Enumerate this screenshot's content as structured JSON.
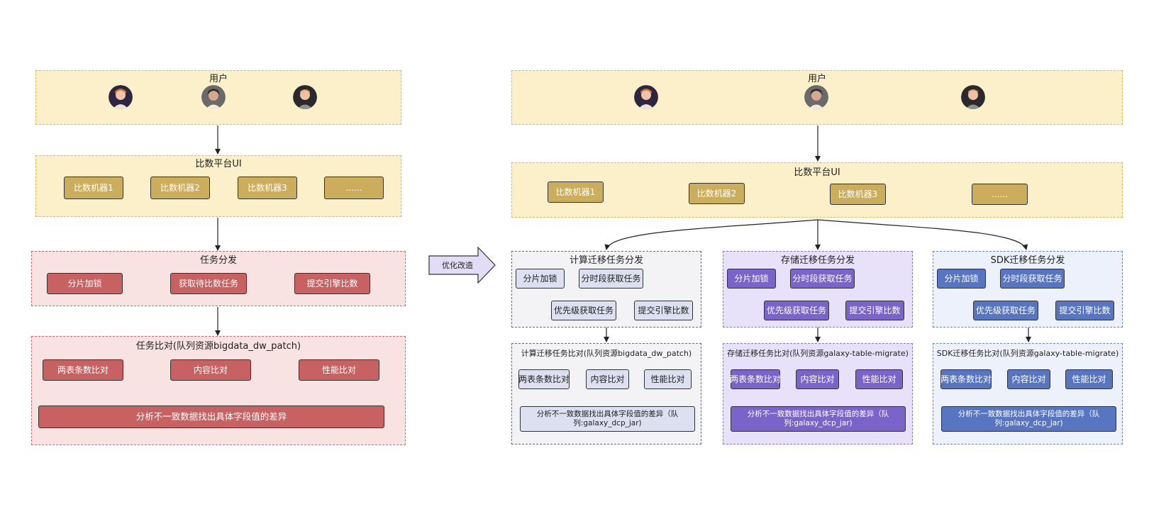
{
  "left": {
    "users_title": "用户",
    "ui_title": "比数平台UI",
    "machines": [
      "比数机器1",
      "比数机器2",
      "比数机器3",
      "......"
    ],
    "dispatch_title": "任务分发",
    "dispatch_steps": [
      "分片加锁",
      "获取待比数任务",
      "提交引擎比数"
    ],
    "compare_title": "任务比对(队列资源bigdata_dw_patch)",
    "compare_steps": [
      "两表条数比对",
      "内容比对",
      "性能比对"
    ],
    "analyze": "分析不一致数据找出具体字段值的差异"
  },
  "optimize_label": "优化改造",
  "right": {
    "users_title": "用户",
    "ui_title": "比数平台UI",
    "machines": [
      "比数机器1",
      "比数机器2",
      "比数机器3",
      "......"
    ],
    "columns": [
      {
        "dispatch_title": "计算迁移任务分发",
        "dispatch_steps": [
          "分片加锁",
          "分时段获取任务",
          "优先级获取任务",
          "提交引擎比数"
        ],
        "compare_title": "计算迁移任务比对(队列资源bigdata_dw_patch)",
        "compare_steps": [
          "两表条数比对",
          "内容比对",
          "性能比对"
        ],
        "analyze": "分析不一致数据找出具体字段值的差异（队列:galaxy_dcp_jar)"
      },
      {
        "dispatch_title": "存储迁移任务分发",
        "dispatch_steps": [
          "分片加锁",
          "分时段获取任务",
          "优先级获取任务",
          "提交引擎比数"
        ],
        "compare_title": "存储迁移任务比对(队列资源galaxy-table-migrate)",
        "compare_steps": [
          "两表条数比对",
          "内容比对",
          "性能比对"
        ],
        "analyze": "分析不一致数据找出具体字段值的差异（队列:galaxy_dcp_jar)"
      },
      {
        "dispatch_title": "SDK迁移任务分发",
        "dispatch_steps": [
          "分片加锁",
          "分时段获取任务",
          "优先级获取任务",
          "提交引擎比数"
        ],
        "compare_title": "SDK迁移任务比对(队列资源galaxy-table-migrate)",
        "compare_steps": [
          "两表条数比对",
          "内容比对",
          "性能比对"
        ],
        "analyze": "分析不一致数据找出具体字段值的差异（队列:galaxy_dcp_jar)"
      }
    ]
  },
  "colors": {
    "yellow_panel": "#fbf0c9",
    "gold_box": "#ccad5b",
    "red_panel": "#f8e2e2",
    "red_box": "#c86161",
    "grey_panel": "#f3f3f6",
    "grey_box": "#dde0f0",
    "purple_panel": "#e8e1fa",
    "purple_box": "#7b64c9",
    "blue_panel": "#edf1fb",
    "blue_box": "#5875c2"
  },
  "icons": [
    "user-avatar-icon",
    "arrow-icon",
    "block-arrow-icon"
  ]
}
